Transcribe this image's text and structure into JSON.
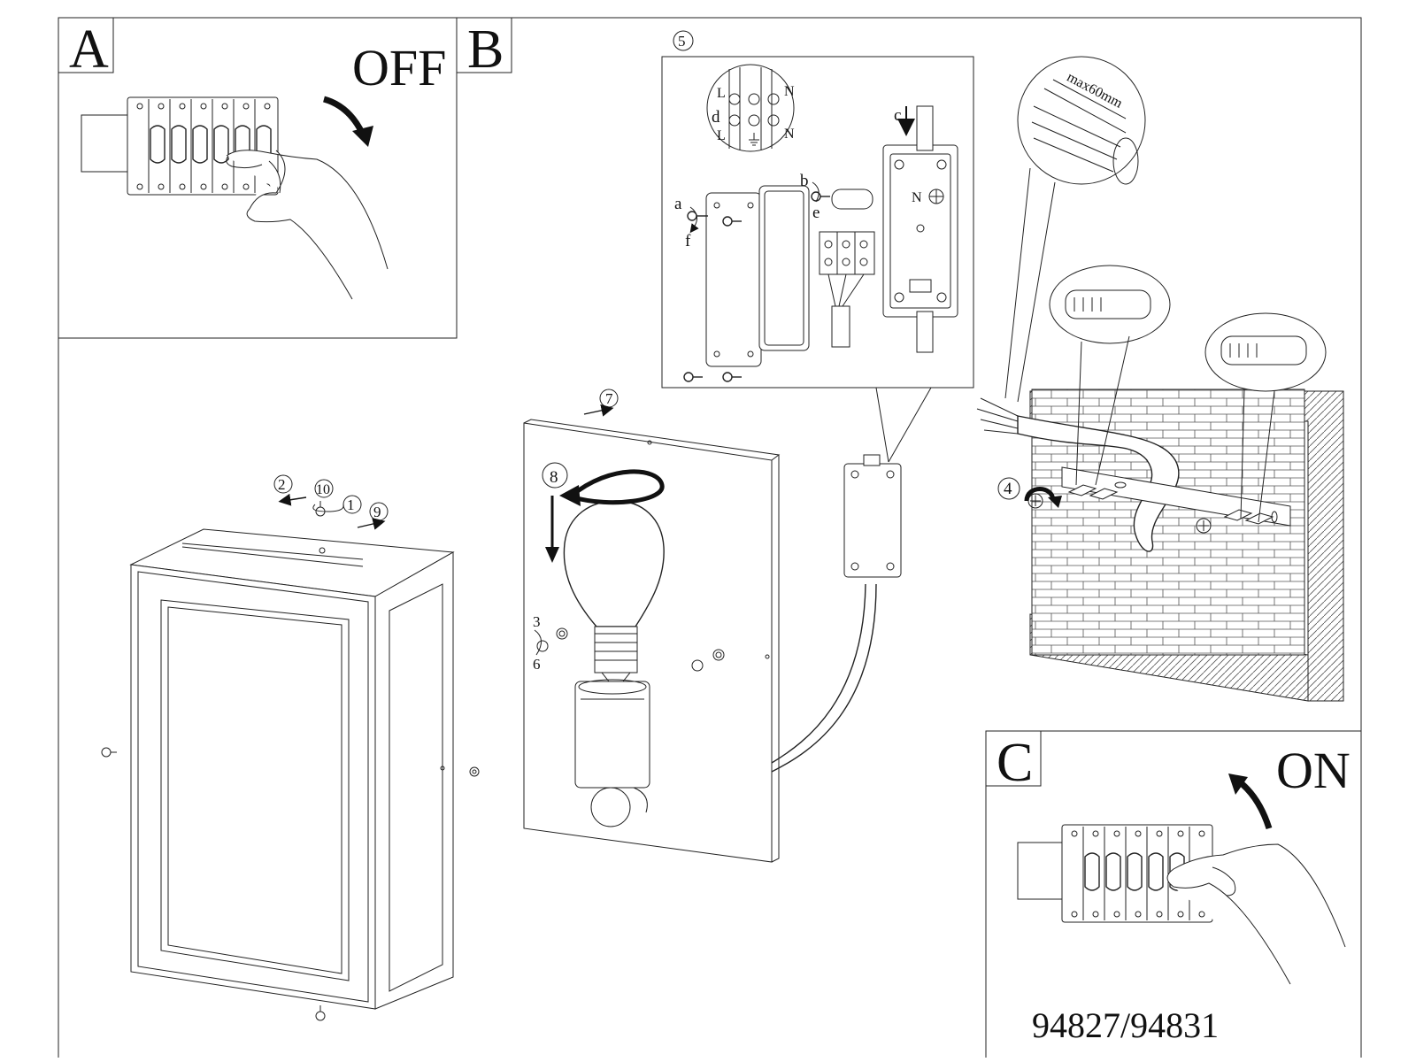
{
  "panels": {
    "a": {
      "letter": "A",
      "word": "OFF"
    },
    "b": {
      "letter": "B"
    },
    "c": {
      "letter": "C",
      "word": "ON"
    }
  },
  "steps": {
    "s1": "1",
    "s2": "2",
    "s3": "3",
    "s4": "4",
    "s5": "5",
    "s6": "6",
    "s7": "7",
    "s8": "8",
    "s9": "9",
    "s10": "10"
  },
  "detail_letters": {
    "a": "a",
    "b": "b",
    "c": "c",
    "d": "d",
    "e": "e",
    "f": "f"
  },
  "terminal_labels": {
    "l_top": "L",
    "l_bottom": "L",
    "n_top": "N",
    "n_bottom": "N",
    "n_box": "N"
  },
  "cable_note": "max60mm",
  "model_number": "94827/94831",
  "icons": [
    "breaker-panel-icon",
    "hand-icon",
    "light-bulb-icon",
    "junction-box-icon",
    "brick-wall-icon",
    "screw-icon",
    "rotation-arrow-icon"
  ]
}
